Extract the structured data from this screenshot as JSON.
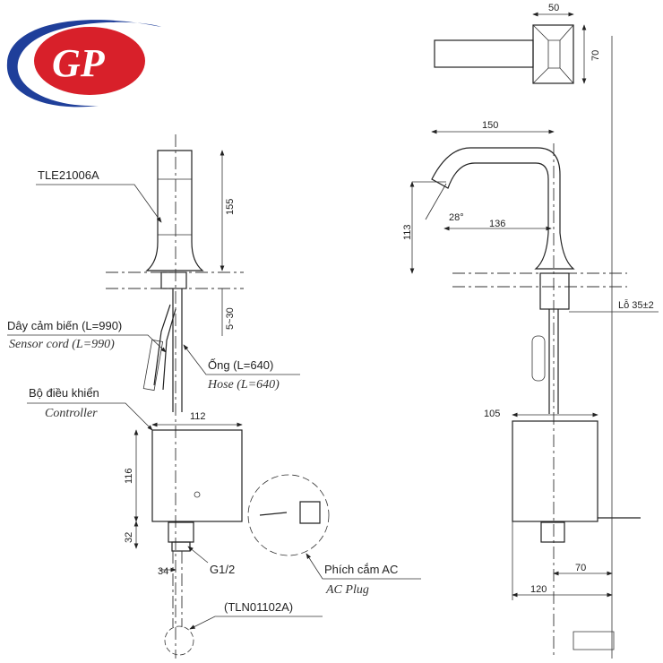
{
  "logo": {
    "text": "GP",
    "colors": {
      "red": "#d8202a",
      "blue": "#1f3f9a"
    }
  },
  "front_view": {
    "model": "TLE21006A",
    "dim_height": "155",
    "dim_mount": "5~30",
    "sensor_cord_vi": "Dây cảm biến (L=990)",
    "sensor_cord_en": "Sensor cord (L=990)",
    "hose_vi": "Ống (L=640)",
    "hose_en": "Hose (L=640)",
    "controller_vi": "Bộ điều khiển",
    "controller_en": "Controller",
    "dim_controller_width": "112",
    "dim_controller_height": "116",
    "dim_bottom": "32",
    "dim_offset": "34",
    "thread": "G1/2",
    "ac_plug_vi": "Phích cắm AC",
    "ac_plug_en": "AC Plug",
    "valve_model": "(TLN01102A)"
  },
  "side_view": {
    "dim_top_width": "50",
    "dim_top_depth": "70",
    "dim_reach": "150",
    "dim_spout_height": "113",
    "angle": "28°",
    "dim_spout_reach": "136",
    "hole": "Lỗ 35±2",
    "dim_controller_depth": "105",
    "dim_70": "70",
    "dim_120": "120"
  }
}
